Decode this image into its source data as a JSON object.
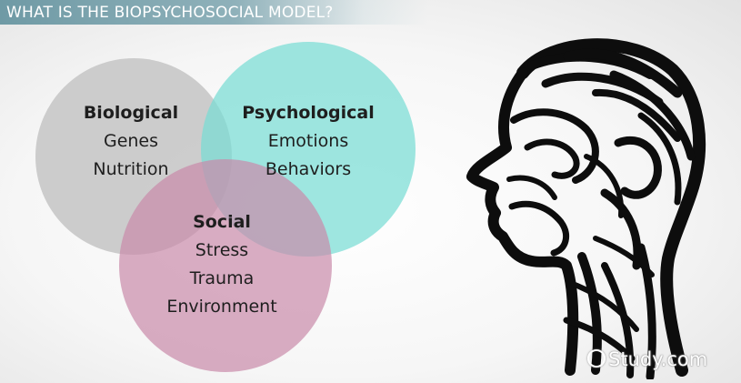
{
  "header": {
    "title": "WHAT IS THE BIOPSYCHOSOCIAL MODEL?"
  },
  "venn": {
    "biological": {
      "heading": "Biological",
      "items": [
        "Genes",
        "Nutrition"
      ],
      "color": "#c5c5c5"
    },
    "psychological": {
      "heading": "Psychological",
      "items": [
        "Emotions",
        "Behaviors"
      ],
      "color": "#7fded6"
    },
    "social": {
      "heading": "Social",
      "items": [
        "Stress",
        "Trauma",
        "Environment"
      ],
      "color": "#d19bb5"
    }
  },
  "illustration": {
    "icon": "human-head-sketch-icon"
  },
  "watermark": {
    "text": "Study.com",
    "icon": "copyright-circle-icon"
  }
}
